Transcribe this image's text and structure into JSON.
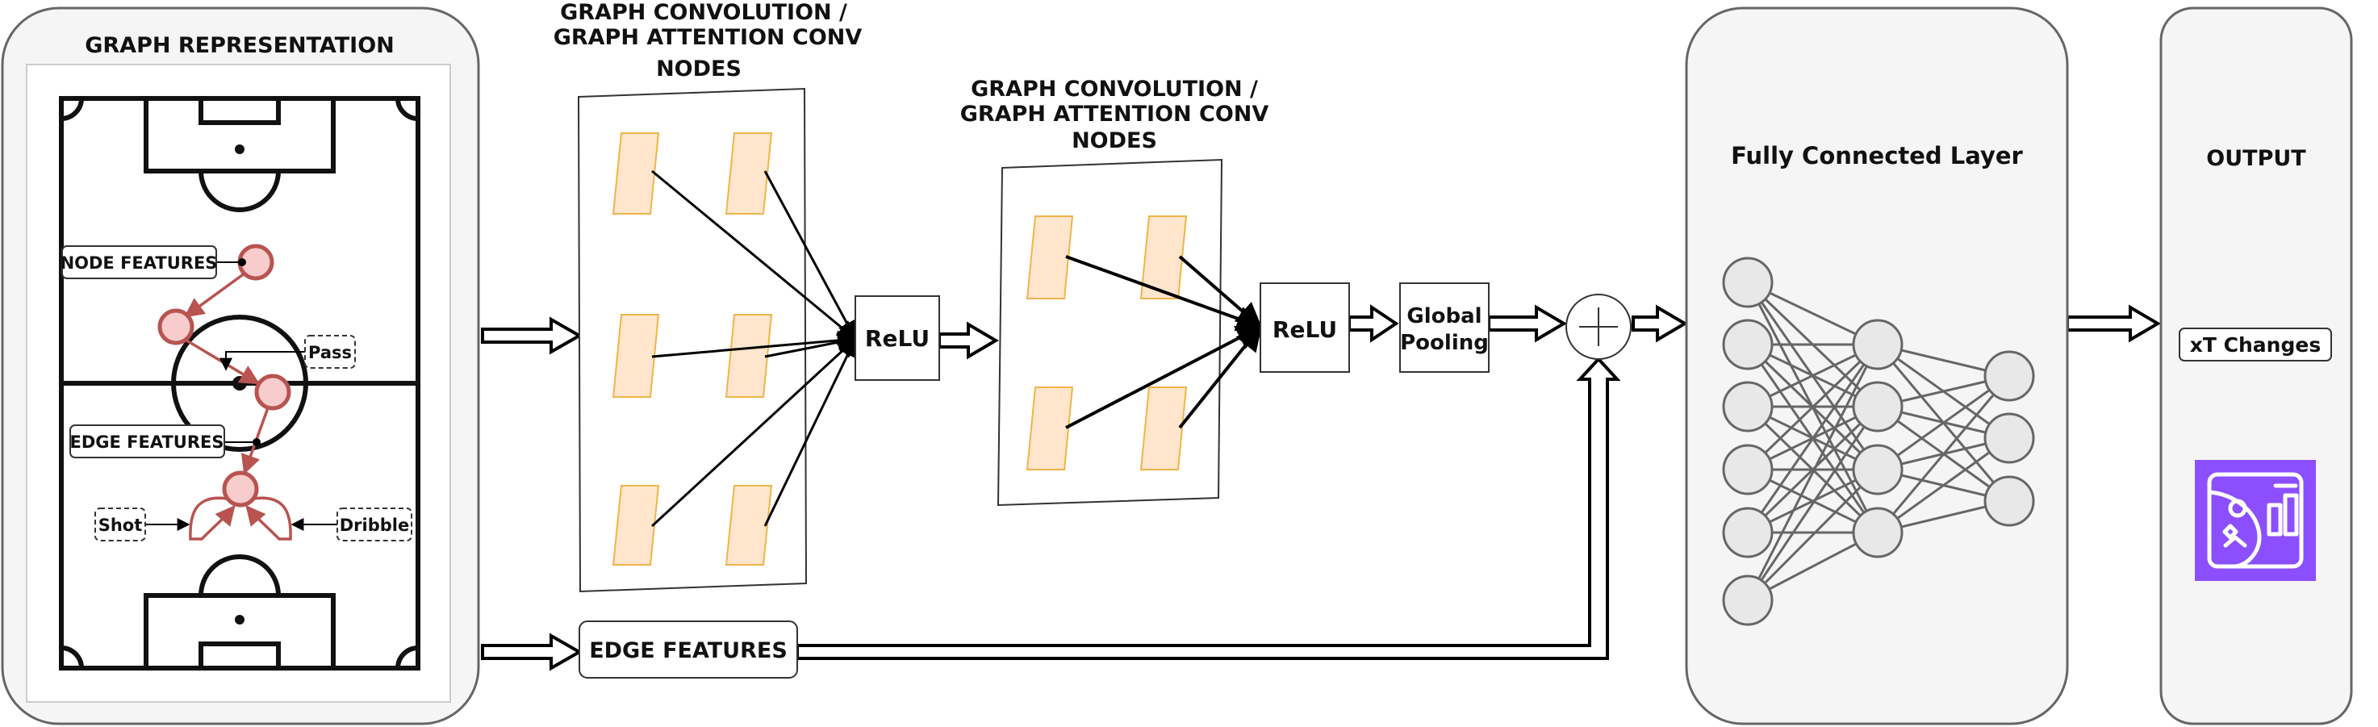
{
  "graph_panel": {
    "title": "GRAPH REPRESENTATION",
    "node_features_label": "NODE FEATURES",
    "edge_features_label": "EDGE FEATURES",
    "pass_label": "Pass",
    "shot_label": "Shot",
    "dribble_label": "Dribble"
  },
  "conv1": {
    "title_line1": "GRAPH CONVOLUTION /",
    "title_line2": "GRAPH ATTENTION CONV",
    "title_line3": "NODES"
  },
  "conv2": {
    "title_line1": "GRAPH CONVOLUTION /",
    "title_line2": "GRAPH ATTENTION CONV",
    "title_line3": "NODES"
  },
  "relu1_label": "ReLU",
  "relu2_label": "ReLU",
  "pooling": {
    "line1": "Global",
    "line2": "Pooling"
  },
  "edge_features_box_label": "EDGE FEATURES",
  "fc_panel": {
    "title": "Fully Connected Layer"
  },
  "output_panel": {
    "title": "OUTPUT",
    "result_label": "xT Changes"
  },
  "colors": {
    "node_fill": "#f8cccc",
    "node_stroke": "#b85450",
    "feature_fill": "#ffe6cc",
    "feature_stroke": "#f0b44a",
    "neuron_fill": "#e8e8e8",
    "neuron_stroke": "#666666",
    "icon_bg": "#8c4fff",
    "panel_fill": "#f5f5f5",
    "panel_stroke": "#666666"
  }
}
